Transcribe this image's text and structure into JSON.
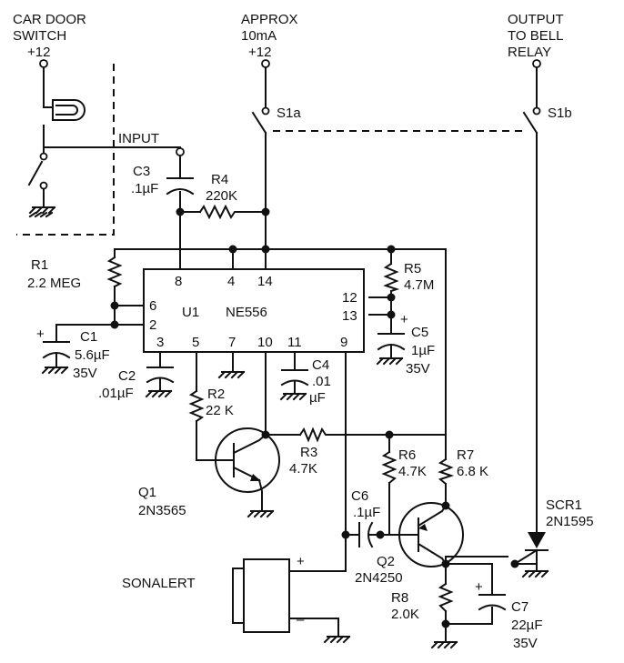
{
  "labels": {
    "car_door_1": "CAR DOOR",
    "car_door_2": "SWITCH",
    "plus12_a": "+12",
    "approx_1": "APPROX",
    "approx_2": "10mA",
    "plus12_b": "+12",
    "output_1": "OUTPUT",
    "output_2": "TO BELL",
    "output_3": "RELAY",
    "s1a": "S1a",
    "s1b": "S1b",
    "input": "INPUT",
    "c3_name": "C3",
    "c3_val": ".1µF",
    "r4_name": "R4",
    "r4_val": "220K",
    "r1_name": "R1",
    "r1_val": "2.2 MEG",
    "r5_name": "R5",
    "r5_val": "4.7M",
    "u1": "U1",
    "ne556": "NE556",
    "pin8": "8",
    "pin4": "4",
    "pin14": "14",
    "pin6": "6",
    "pin2": "2",
    "pin12": "12",
    "pin13": "13",
    "pin3": "3",
    "pin5": "5",
    "pin7": "7",
    "pin10": "10",
    "pin11": "11",
    "pin9": "9",
    "c1_name": "C1",
    "c1_val": "5.6µF",
    "c1_v": "35V",
    "c2_name": "C2",
    "c2_val": ".01µF",
    "c4_name": "C4",
    "c4_val1": ".01",
    "c4_val2": "µF",
    "c5_name": "C5",
    "c5_val": "1µF",
    "c5_v": "35V",
    "r2_name": "R2",
    "r2_val": "22 K",
    "r3_name": "R3",
    "r3_val": "4.7K",
    "r6_name": "R6",
    "r6_val": "4.7K",
    "r7_name": "R7",
    "r7_val": "6.8 K",
    "q1_name": "Q1",
    "q1_val": "2N3565",
    "c6_name": "C6",
    "c6_val": ".1µF",
    "q2_name": "Q2",
    "q2_val": "2N4250",
    "scr1_name": "SCR1",
    "scr1_val": "2N1595",
    "sonalert": "SONALERT",
    "plus": "+",
    "minus": "–",
    "r8_name": "R8",
    "r8_val": "2.0K",
    "c7_name": "C7",
    "c7_val": "22µF",
    "c7_v": "35V"
  }
}
